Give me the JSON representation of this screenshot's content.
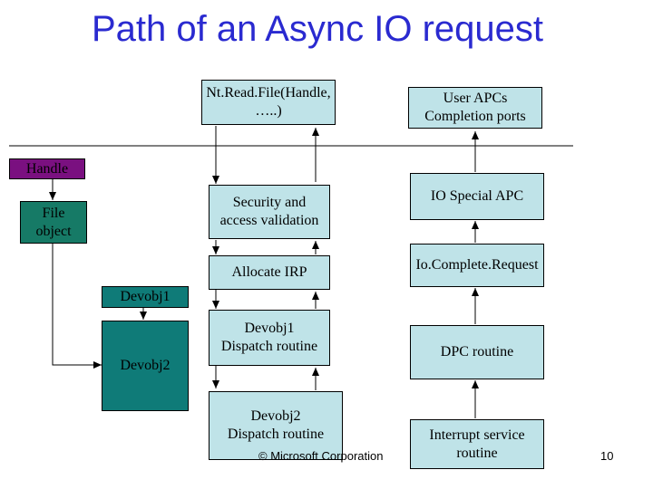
{
  "title": "Path of an Async IO request",
  "boxes": {
    "ntread": "Nt.Read.File(Handle,\n…..)",
    "user_apcs": "User APCs\nCompletion ports",
    "handle": "Handle",
    "file_object": "File\nobject",
    "security": "Security and\naccess validation",
    "io_special_apc": "IO Special APC",
    "allocate_irp": "Allocate IRP",
    "io_complete": "Io.Complete.Request",
    "devobj1": "Devobj1",
    "devobj1_dispatch": "Devobj1\nDispatch routine",
    "dpc_routine": "DPC routine",
    "devobj2": "Devobj2",
    "devobj2_dispatch": "Devobj2\nDispatch routine",
    "interrupt": "Interrupt service\nroutine"
  },
  "footer": {
    "copyright": "© Microsoft Corporation",
    "page": "10"
  },
  "colors": {
    "title": "#2a2ad0",
    "box": "#bfe3e8",
    "handle": "#7a1080",
    "devobj": "#0f7b78",
    "file_object": "#167a66"
  }
}
